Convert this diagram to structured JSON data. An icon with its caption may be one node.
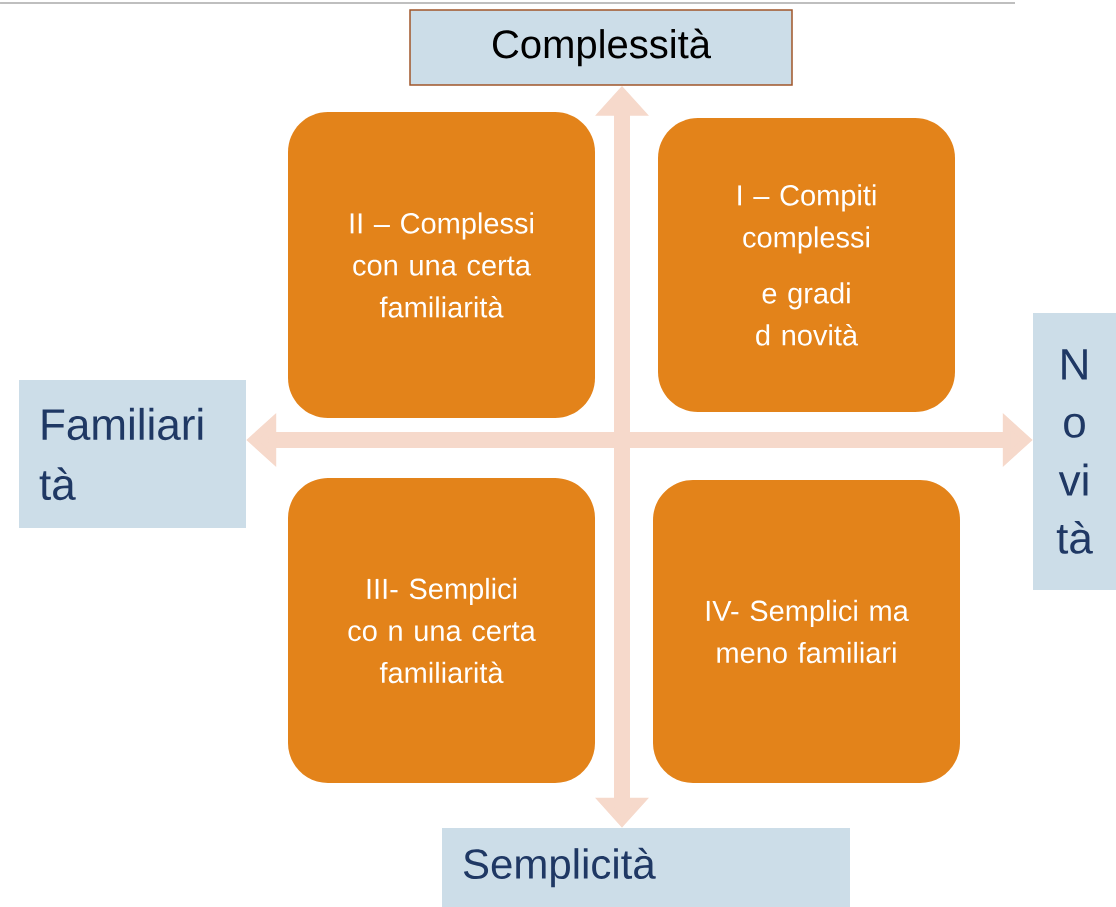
{
  "diagram": {
    "nodes": [
      {
        "text": [
          "Complessità"
        ]
      },
      {
        "text": [
          "Familiari tà"
        ]
      },
      {
        "text": [
          "N o vi tà"
        ]
      },
      {
        "text": [
          "Semplicità"
        ]
      },
      {
        "text": [
          "II – Complessi con una certa familiarità"
        ]
      },
      {
        "text": [
          "I – Compiti complessi",
          "e gradi d novità"
        ]
      },
      {
        "text": [
          "III- Semplici co n una certa familiarità"
        ]
      },
      {
        "text": [
          "IV- Semplici ma meno familiari"
        ]
      }
    ],
    "edges": [
      {
        "from": 1,
        "to": 2,
        "arrow": "both",
        "color": "#f6d9cb"
      },
      {
        "from": 3,
        "to": 0,
        "arrow": "both",
        "color": "#f6d9cb"
      }
    ]
  }
}
